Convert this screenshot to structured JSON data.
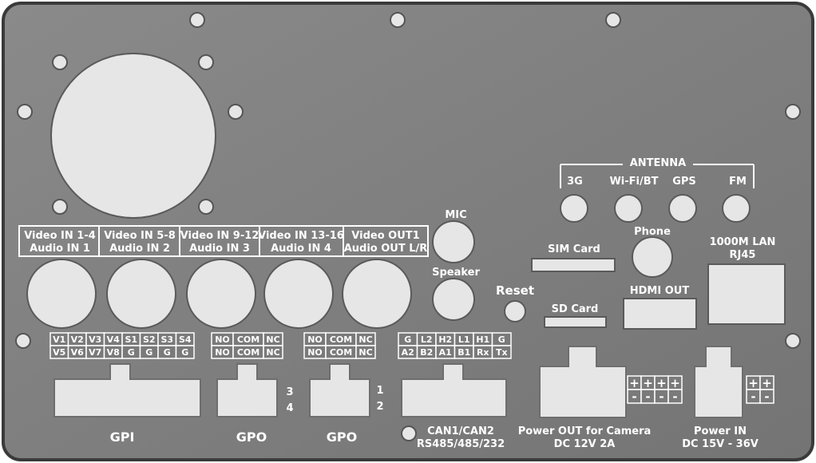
{
  "colors": {
    "panel": "#808080",
    "panel_edge": "#3a3a3a",
    "text": "#ffffff",
    "port_fill": "#e6e6e6"
  },
  "video_inputs": [
    {
      "line1": "Video IN 1-4",
      "line2": "Audio IN 1"
    },
    {
      "line1": "Video IN 5-8",
      "line2": "Audio IN 2"
    },
    {
      "line1": "Video IN 9-12",
      "line2": "Audio IN 3"
    },
    {
      "line1": "Video IN 13-16",
      "line2": "Audio IN 4"
    },
    {
      "line1": "Video  OUT1",
      "line2": "Audio OUT L/R"
    }
  ],
  "mic_label": "MIC",
  "speaker_label": "Speaker",
  "reset_label": "Reset",
  "antenna": {
    "title": "ANTENNA",
    "items": [
      "3G",
      "Wi-Fi/BT",
      "GPS",
      "FM"
    ]
  },
  "sim_label": "SIM Card",
  "sd_label": "SD Card",
  "phone_label": "Phone",
  "hdmi_label": "HDMI OUT",
  "lan": {
    "line1": "1000M LAN",
    "line2": "RJ45"
  },
  "gpi": {
    "row1": [
      "V1",
      "V2",
      "V3",
      "V4",
      "S1",
      "S2",
      "S3",
      "S4"
    ],
    "row2": [
      "V5",
      "V6",
      "V7",
      "V8",
      "G",
      "G",
      "G",
      "G"
    ],
    "label": "GPI"
  },
  "gpo_a": {
    "row1": [
      "NO",
      "COM",
      "NC"
    ],
    "row2": [
      "NO",
      "COM",
      "NC"
    ],
    "num1": "3",
    "num2": "4",
    "label": "GPO"
  },
  "gpo_b": {
    "row1": [
      "NO",
      "COM",
      "NC"
    ],
    "row2": [
      "NO",
      "COM",
      "NC"
    ],
    "num1": "1",
    "num2": "2",
    "label": "GPO"
  },
  "can": {
    "row1": [
      "G",
      "L2",
      "H2",
      "L1",
      "H1",
      "G"
    ],
    "row2": [
      "A2",
      "B2",
      "A1",
      "B1",
      "Rx",
      "Tx"
    ],
    "line1": "CAN1/CAN2",
    "line2": "RS485/485/232"
  },
  "power_out": {
    "plus": [
      "+",
      "+",
      "+",
      "+"
    ],
    "minus": [
      "-",
      "-",
      "-",
      "-"
    ],
    "line1": "Power OUT for Camera",
    "line2": "DC 12V 2A"
  },
  "power_in": {
    "plus": [
      "+",
      "+"
    ],
    "minus": [
      "-",
      "-"
    ],
    "line1": "Power IN",
    "line2": "DC 15V - 36V"
  }
}
